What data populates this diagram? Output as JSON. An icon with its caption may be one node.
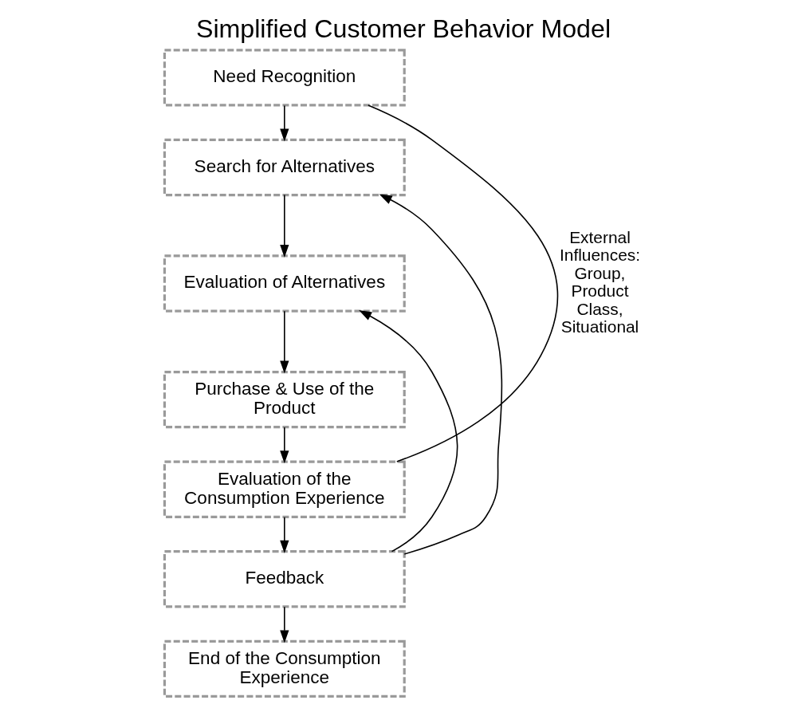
{
  "diagram": {
    "title": "Simplified Customer Behavior Model",
    "nodes": [
      {
        "text": [
          "Need Recognition"
        ]
      },
      {
        "text": [
          "Search for Alternatives"
        ]
      },
      {
        "text": [
          "Evaluation of Alternatives"
        ]
      },
      {
        "text": [
          "Purchase & Use of the Product"
        ]
      },
      {
        "text": [
          "Evaluation of the Consumption Experience"
        ]
      },
      {
        "text": [
          "Feedback"
        ]
      },
      {
        "text": [
          "End of the Consumption Experience"
        ]
      }
    ],
    "edges": [
      {
        "from": 0,
        "to": 1,
        "arrow": "to"
      },
      {
        "from": 1,
        "to": 2,
        "arrow": "to"
      },
      {
        "from": 2,
        "to": 3,
        "arrow": "to"
      },
      {
        "from": 3,
        "to": 4,
        "arrow": "to"
      },
      {
        "from": 4,
        "to": 5,
        "arrow": "to"
      },
      {
        "from": 5,
        "to": 6,
        "arrow": "to"
      },
      {
        "from": 5,
        "to": 1,
        "arrow": "to"
      },
      {
        "from": 5,
        "to": 2,
        "arrow": "to"
      },
      {
        "from": 0,
        "to": 4,
        "arrow": "none",
        "label": "External Influences: Group, Product Class, Situational"
      }
    ]
  }
}
